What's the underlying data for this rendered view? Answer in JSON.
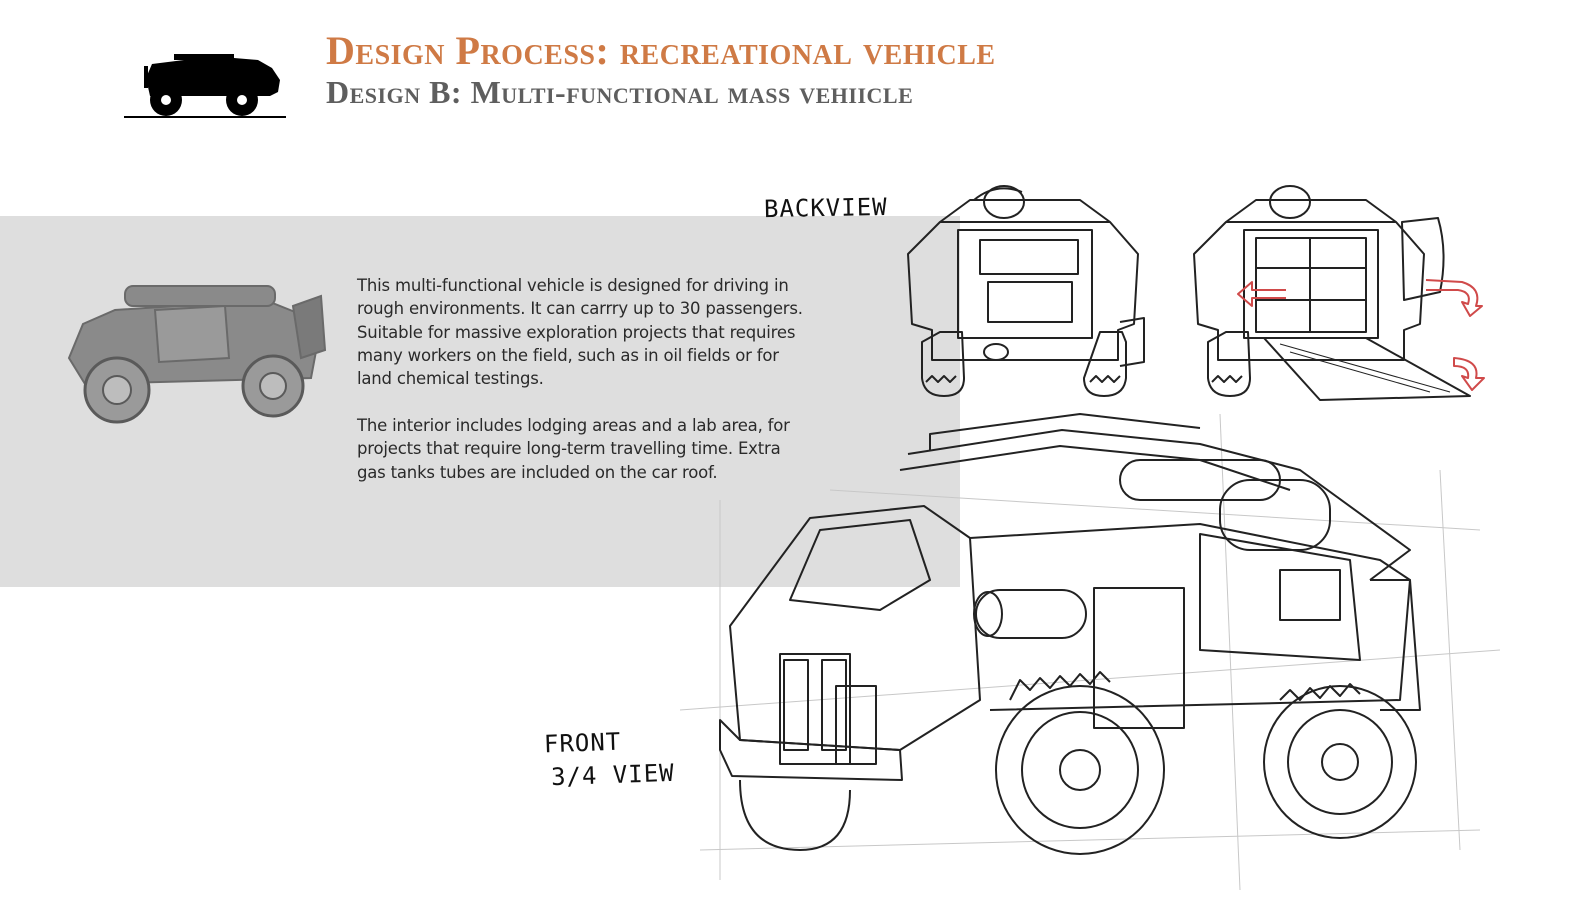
{
  "header": {
    "title": "Design Process: recreational vehicle",
    "subtitle": "Design B: Multi-functional mass vehiicle"
  },
  "description": {
    "paragraph_1": "This multi-functional vehicle is designed for driving in rough environments. It can carrry up to 30 passengers. Suitable for massive exploration projects that requires many workers on the field, such as in oil fields or for land chemical testings.",
    "paragraph_2": "The interior includes lodging areas and a lab area, for projects that require long-term travelling time. Extra gas tanks tubes are included on the car roof."
  },
  "sketch_labels": {
    "back_view": "BACKVIEW",
    "front_line_1": "FRONT",
    "front_line_2": "3/4 VIEW"
  },
  "colors": {
    "title": "#cf7a45",
    "subtitle": "#5e5e5e",
    "panel": "#dedede",
    "arrow_red": "#d04a4a"
  }
}
